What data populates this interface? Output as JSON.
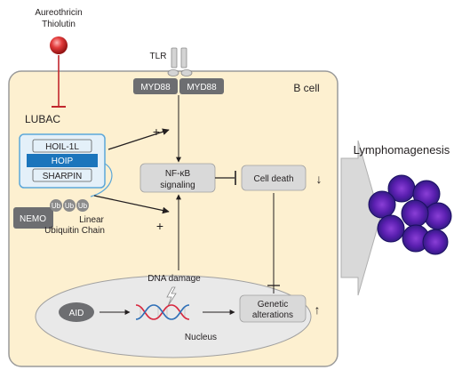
{
  "inhibitors": [
    "Aureothricin",
    "Thiolutin"
  ],
  "receptor": {
    "label": "TLR",
    "adaptors": [
      "MYD88",
      "MYD88"
    ]
  },
  "cell": {
    "label": "B cell"
  },
  "lubac": {
    "label": "LUBAC",
    "components": [
      "HOIL-1L",
      "HOIP",
      "SHARPIN"
    ]
  },
  "ubiquitin": {
    "units": [
      "Ub",
      "Ub",
      "Ub"
    ],
    "substrate": "NEMO",
    "chain_label": [
      "Linear",
      "Ubiquitin Chain"
    ]
  },
  "signs": {
    "plus_top": "+",
    "plus_bottom": "+"
  },
  "nfkb": {
    "line1": "NF-κB",
    "line2": "signaling"
  },
  "cell_death": {
    "label": "Cell death",
    "trend": "↓"
  },
  "nucleus": {
    "label": "Nucleus",
    "dna_damage": "DNA damage",
    "aid": "AID",
    "genetic_line1": "Genetic",
    "genetic_line2": "alterations",
    "genetic_trend": "↑"
  },
  "outcome": {
    "label": "Lymphomagenesis"
  },
  "colors": {
    "cell_fill": "#fdf0d0",
    "box_grey": "#d9d9d9",
    "dark_grey": "#6d6e71",
    "lubac_border": "#5ba7d9",
    "lubac_fill": "#e4f0f9",
    "hoip_blue": "#1b75bc",
    "inhibitor_red": "#c1272d",
    "tumor_purple": "#3b2a8c"
  }
}
